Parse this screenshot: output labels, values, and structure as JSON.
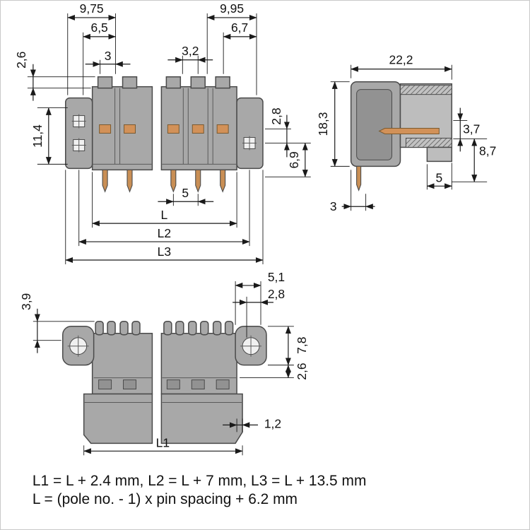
{
  "views": {
    "front": {
      "d975": "9,75",
      "d65": "6,5",
      "d3": "3",
      "d26": "2,6",
      "d114": "11,4",
      "d32": "3,2",
      "d995": "9,95",
      "d67": "6,7",
      "d28": "2,8",
      "d69": "6,9",
      "d5": "5",
      "dL": "L",
      "dL2": "L2",
      "dL3": "L3"
    },
    "side": {
      "d222": "22,2",
      "d183": "18,3",
      "d37": "3,7",
      "d87": "8,7",
      "d5": "5",
      "d3": "3"
    },
    "bottom": {
      "d39": "3,9",
      "d51": "5,1",
      "d28": "2,8",
      "d78": "7,8",
      "d26": "2,6",
      "d12": "1,2",
      "dL1": "L1"
    }
  },
  "formulas": {
    "line1": "L1 = L + 2.4 mm, L2 = L + 7 mm, L3 = L + 13.5 mm",
    "line2": "L = (pole no. - 1) x pin spacing + 6.2 mm"
  },
  "colors": {
    "housing_gray": "#a8a8a8",
    "housing_light": "#bdbdbd",
    "housing_dark": "#929292",
    "outline": "#4a4a4a",
    "contact_orange": "#d29158",
    "dimension_line": "#1a1a1a",
    "text": "#111111",
    "background": "#ffffff"
  }
}
